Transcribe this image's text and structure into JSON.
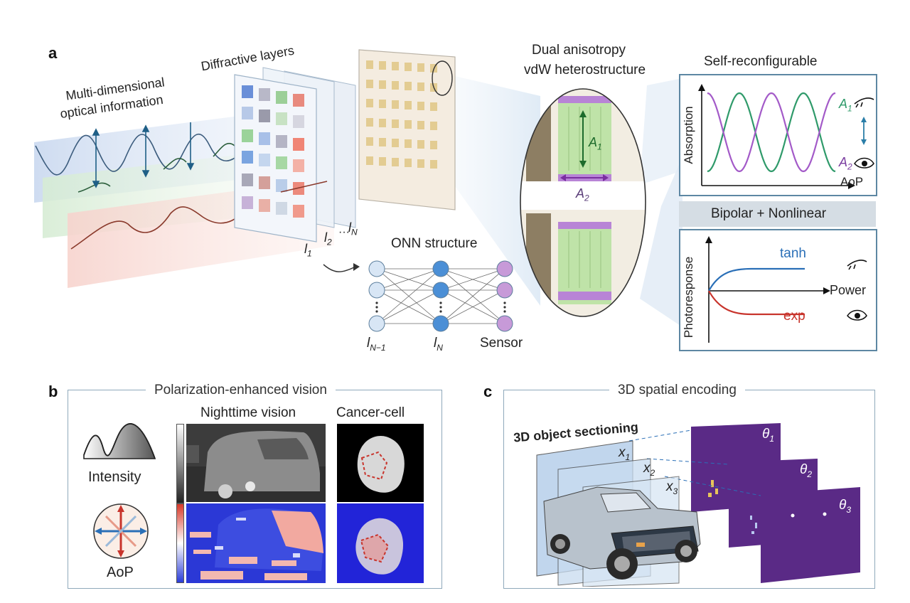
{
  "panel_a": {
    "letter": "a",
    "multi_dim_line1": "Multi-dimensional",
    "multi_dim_line2": "optical information",
    "diffractive_layers": "Diffractive layers",
    "dual_line1": "Dual anisotropy",
    "dual_line2": "vdW heterostructure",
    "self_reconfigurable": "Self-reconfigurable",
    "bipolar_nonlinear": "Bipolar + Nonlinear",
    "onn_structure": "ONN structure",
    "layer_l1": "l",
    "layer_l1_sub": "1",
    "layer_l2": "l",
    "layer_l2_sub": "2",
    "layer_dots": "···",
    "layer_ln": "l",
    "layer_ln_sub": "N",
    "onn_lbl_n1": "l",
    "onn_lbl_n1_sub": "N−1",
    "onn_lbl_n": "l",
    "onn_lbl_n_sub": "N",
    "onn_sensor": "Sensor",
    "a1_label": "A",
    "a1_sub": "1",
    "a2_label": "A",
    "a2_sub": "2",
    "absorption_chart": {
      "ylabel": "Absorption",
      "xlabel": "AoP",
      "series_a1": "A",
      "series_a1_sub": "1",
      "series_a2": "A",
      "series_a2_sub": "2",
      "color_a1": "#2f9a6a",
      "color_a2": "#a35ac8"
    },
    "photoresponse_chart": {
      "ylabel": "Photoresponse",
      "xlabel": "Power",
      "upper_label": "tanh",
      "lower_label": "exp",
      "color_upper": "#2a6fb7",
      "color_lower": "#c8342c"
    }
  },
  "panel_b": {
    "letter": "b",
    "title": "Polarization-enhanced vision",
    "intensity": "Intensity",
    "aop": "AoP",
    "nighttime": "Nighttime vision",
    "cancer": "Cancer-cell"
  },
  "panel_c": {
    "letter": "c",
    "title": "3D spatial encoding",
    "sectioning": "3D object sectioning",
    "x1": "x",
    "x1_sub": "1",
    "x2": "x",
    "x2_sub": "2",
    "x3": "x",
    "x3_sub": "3",
    "t1": "θ",
    "t1_sub": "1",
    "t2": "θ",
    "t2_sub": "2",
    "t3": "θ",
    "t3_sub": "3"
  }
}
